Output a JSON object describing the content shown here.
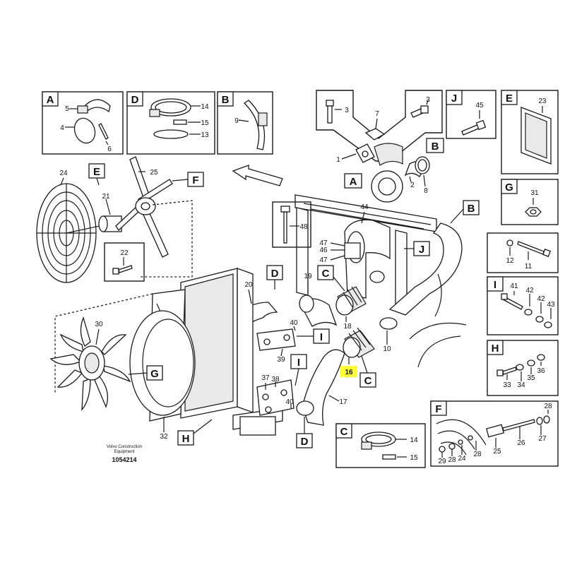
{
  "view_labels": {
    "a": "A",
    "b": "B",
    "c": "C",
    "d": "D",
    "e": "E",
    "f": "F",
    "g": "G",
    "h": "H",
    "i": "I",
    "j": "J"
  },
  "part_numbers": {
    "p1": "1",
    "p2": "2",
    "p3": "3",
    "p4": "4",
    "p5": "5",
    "p6": "6",
    "p7": "7",
    "p8": "8",
    "p9": "9",
    "p10": "10",
    "p11": "11",
    "p12": "12",
    "p13": "13",
    "p14": "14",
    "p15": "15",
    "p16": "16",
    "p17": "17",
    "p18": "18",
    "p19": "19",
    "p20": "20",
    "p21": "21",
    "p22": "22",
    "p23": "23",
    "p24": "24",
    "p25": "25",
    "p26": "26",
    "p27": "27",
    "p28": "28",
    "p29": "29",
    "p30": "30",
    "p31": "31",
    "p32": "32",
    "p33": "33",
    "p34": "34",
    "p35": "35",
    "p36": "36",
    "p37": "37",
    "p38": "38",
    "p39": "39",
    "p40": "40",
    "p41": "41",
    "p42": "42",
    "p43": "43",
    "p44": "44",
    "p45": "45",
    "p46": "46",
    "p47": "47",
    "p48": "48"
  },
  "highlighted_part": "16",
  "caption": {
    "company": "Volvo Construction",
    "company_line2": "Equipment",
    "figure_number": "1054214"
  },
  "colors": {
    "highlight": "#ffff33",
    "line": "#1a1a1a",
    "background": "#ffffff"
  }
}
